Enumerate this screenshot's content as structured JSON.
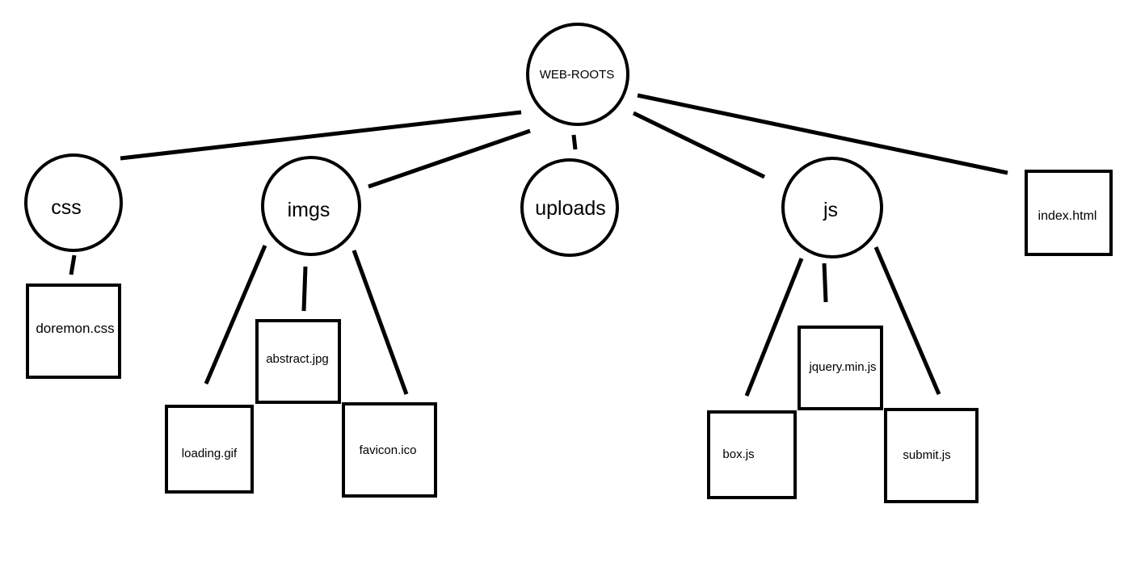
{
  "diagram": {
    "root": {
      "label": "WEB-ROOTS"
    },
    "folders": {
      "css": {
        "label": "css"
      },
      "imgs": {
        "label": "imgs"
      },
      "uploads": {
        "label": "uploads"
      },
      "js": {
        "label": "js"
      }
    },
    "files": {
      "index_html": {
        "label": "index.html"
      },
      "doremon_css": {
        "label": "doremon.css"
      },
      "abstract_jpg": {
        "label": "abstract.jpg"
      },
      "loading_gif": {
        "label": "loading.gif"
      },
      "favicon_ico": {
        "label": "favicon.ico"
      },
      "jquery_min_js": {
        "label": "jquery.min.js"
      },
      "box_js": {
        "label": "box.js"
      },
      "submit_js": {
        "label": "submit.js"
      }
    }
  }
}
